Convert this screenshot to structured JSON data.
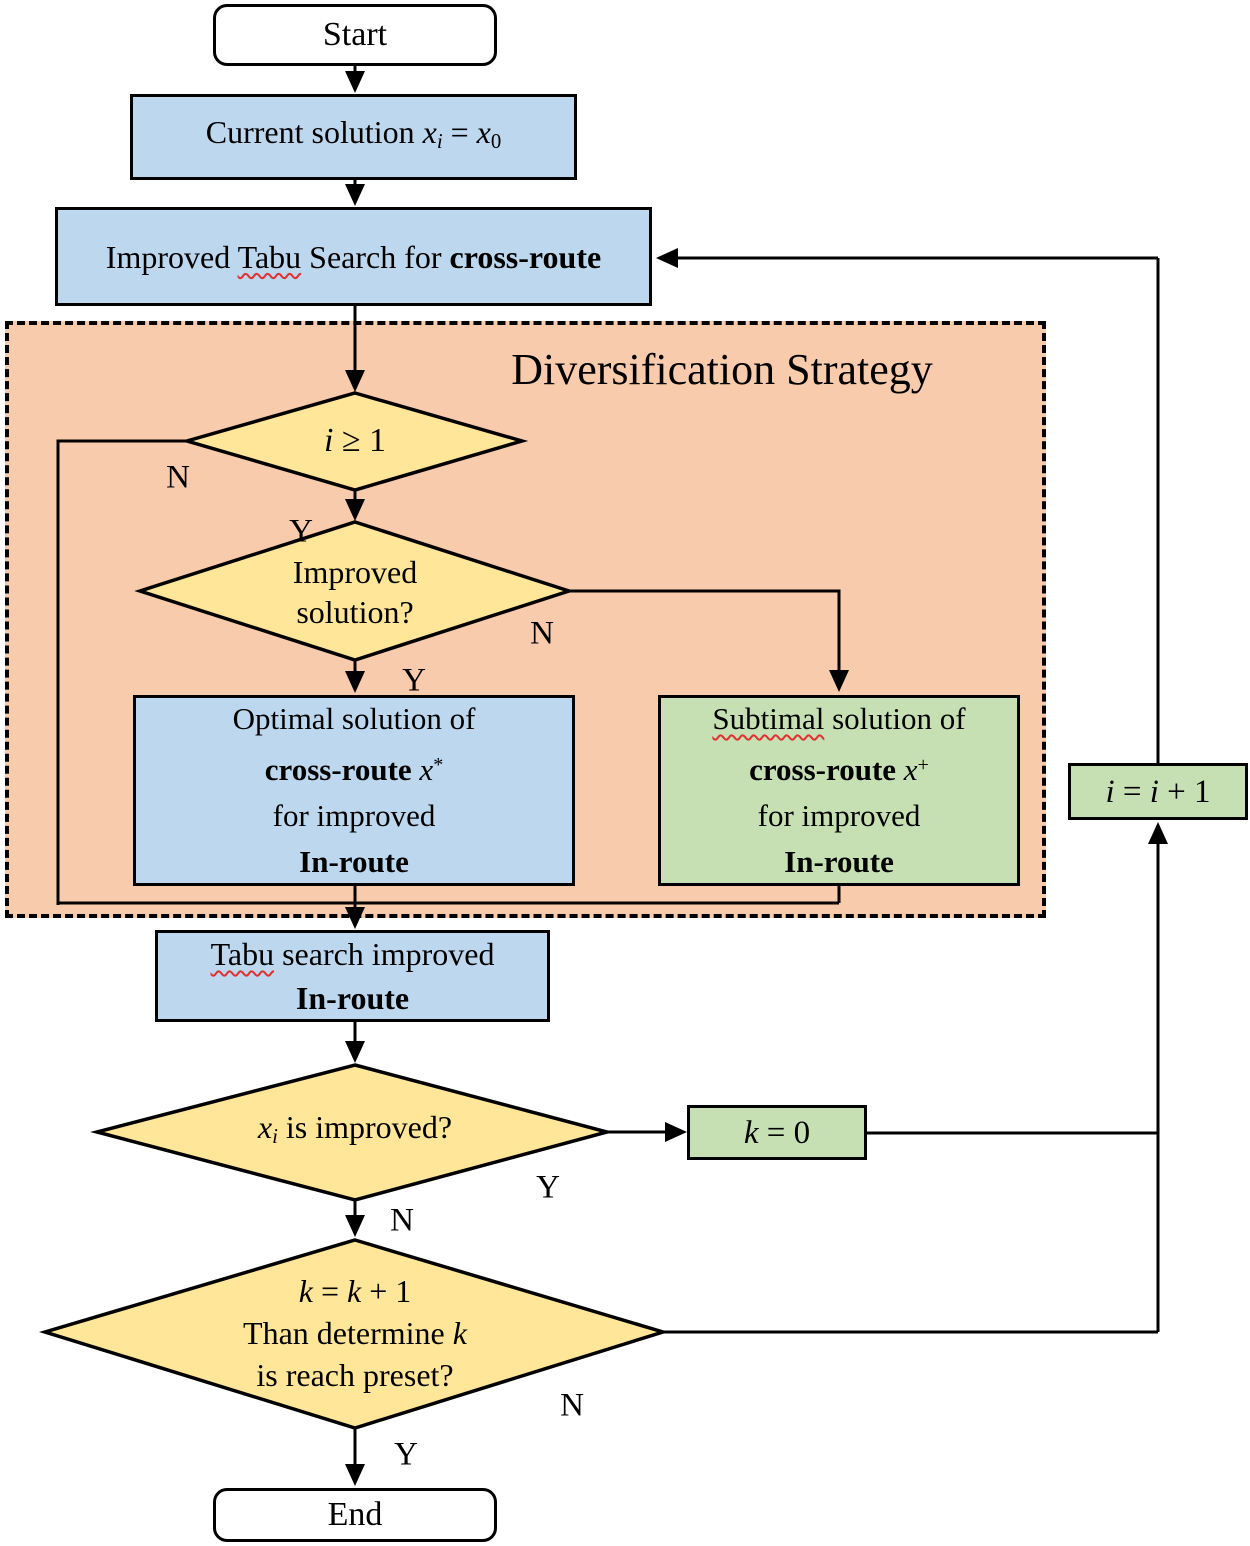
{
  "region": {
    "title": "Diversification Strategy"
  },
  "nodes": {
    "start": {
      "label": "Start"
    },
    "current_solution": {
      "prefix": "Current solution ",
      "var_x1": "x",
      "sub_i": "i",
      "equals": " = ",
      "var_x2": "x",
      "sub_0": "0"
    },
    "improved_tabu_search": {
      "part1": "Improved ",
      "tabu": "Tabu",
      "part2": " Search for ",
      "bold": "cross-route"
    },
    "decision_i": {
      "var": "i",
      "rest": " ≥ 1",
      "label_n": "N",
      "label_y": "Y"
    },
    "decision_improved": {
      "line1": "Improved",
      "line2": "solution?",
      "label_n": "N",
      "label_y": "Y"
    },
    "optimal_solution": {
      "line1": "Optimal solution of",
      "line2_bold": "cross-route ",
      "line2_var": "x",
      "line2_sup": "*",
      "line3": "for improved",
      "line4_bold": "In-route"
    },
    "subtimal_solution": {
      "line1_misspelled": "Subtimal",
      "line1_rest": " solution of",
      "line2_bold": "cross-route ",
      "line2_var": "x",
      "line2_sup": "+",
      "line3": "for improved",
      "line4_bold": "In-route"
    },
    "tabu_search_improved": {
      "line1_tabu": "Tabu",
      "line1_rest": " search improved",
      "line2_bold": "In-route"
    },
    "decision_xi": {
      "var": "x",
      "sub": "i",
      "rest": " is improved?",
      "label_y": "Y",
      "label_n": "N"
    },
    "k_zero": {
      "var": "k",
      "rest": " = 0"
    },
    "decision_k": {
      "l1_var1": "k",
      "l1_mid": " = ",
      "l1_var2": "k",
      "l1_end": " + 1",
      "l2_pre": "Than determine ",
      "l2_var": "k",
      "l3": "is reach preset?",
      "label_n": "N",
      "label_y": "Y"
    },
    "i_increment": {
      "var1": "i",
      "mid": " = ",
      "var2": "i",
      "end": " + 1"
    },
    "end": {
      "label": "End"
    }
  },
  "colors": {
    "box_blue": "#BDD7EE",
    "box_green": "#C6E0B4",
    "diamond_yellow": "#FFE699",
    "region_orange": "#F8CBAD",
    "line_black": "#000000",
    "misspell_underline_red": "#E03030"
  }
}
